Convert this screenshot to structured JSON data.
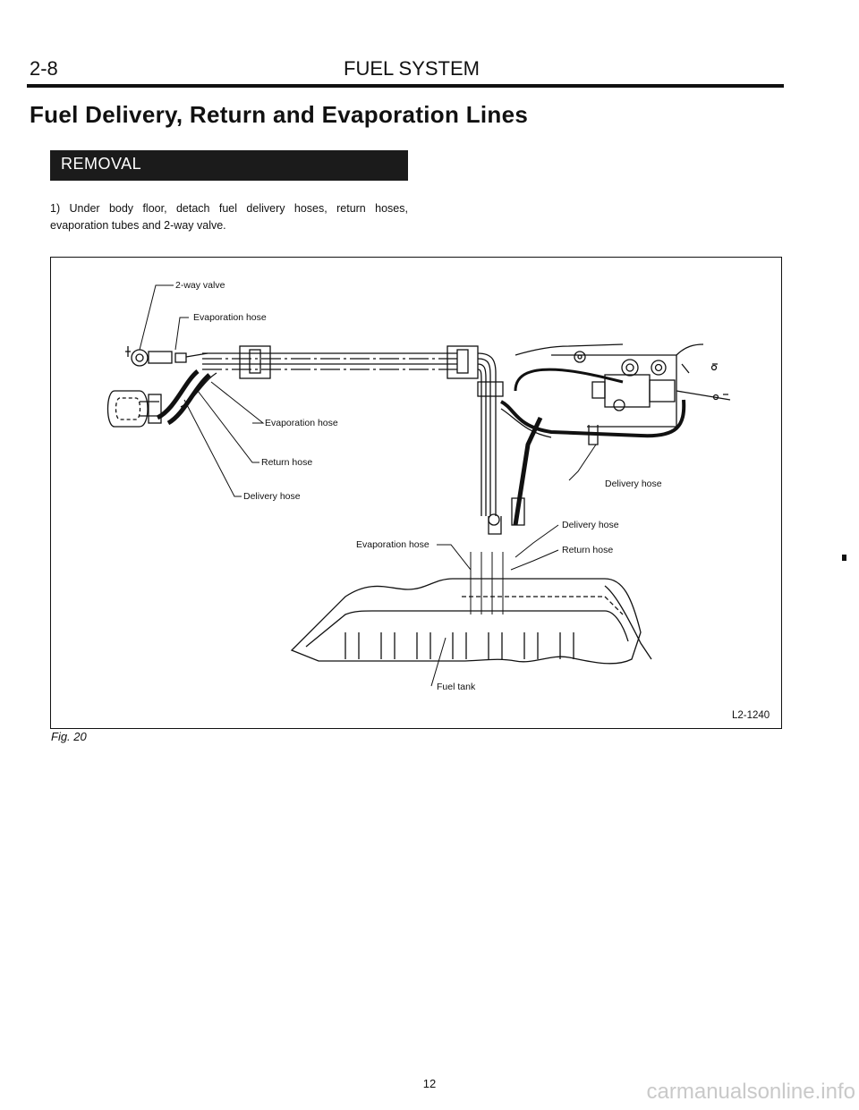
{
  "header": {
    "section": "2-8",
    "chapter": "FUEL SYSTEM"
  },
  "title": "Fuel Delivery, Return and Evaporation Lines",
  "removal_heading": "REMOVAL",
  "step_1": "1) Under body floor, detach fuel delivery hoses, return hoses, evaporation tubes and 2-way valve.",
  "figure": {
    "labels": {
      "two_way_valve": "2-way valve",
      "evap_hose_top": "Evaporation hose",
      "evap_hose_mid": "Evaporation hose",
      "return_hose_left": "Return hose",
      "delivery_hose_left": "Delivery hose",
      "delivery_hose_right": "Delivery hose",
      "delivery_hose_center": "Delivery hose",
      "return_hose_center": "Return hose",
      "evap_hose_center": "Evaporation hose",
      "fuel_tank": "Fuel tank"
    },
    "code": "L2-1240",
    "caption": "Fig. 20"
  },
  "page_number": "12",
  "watermark": "carmanualsonline.info"
}
